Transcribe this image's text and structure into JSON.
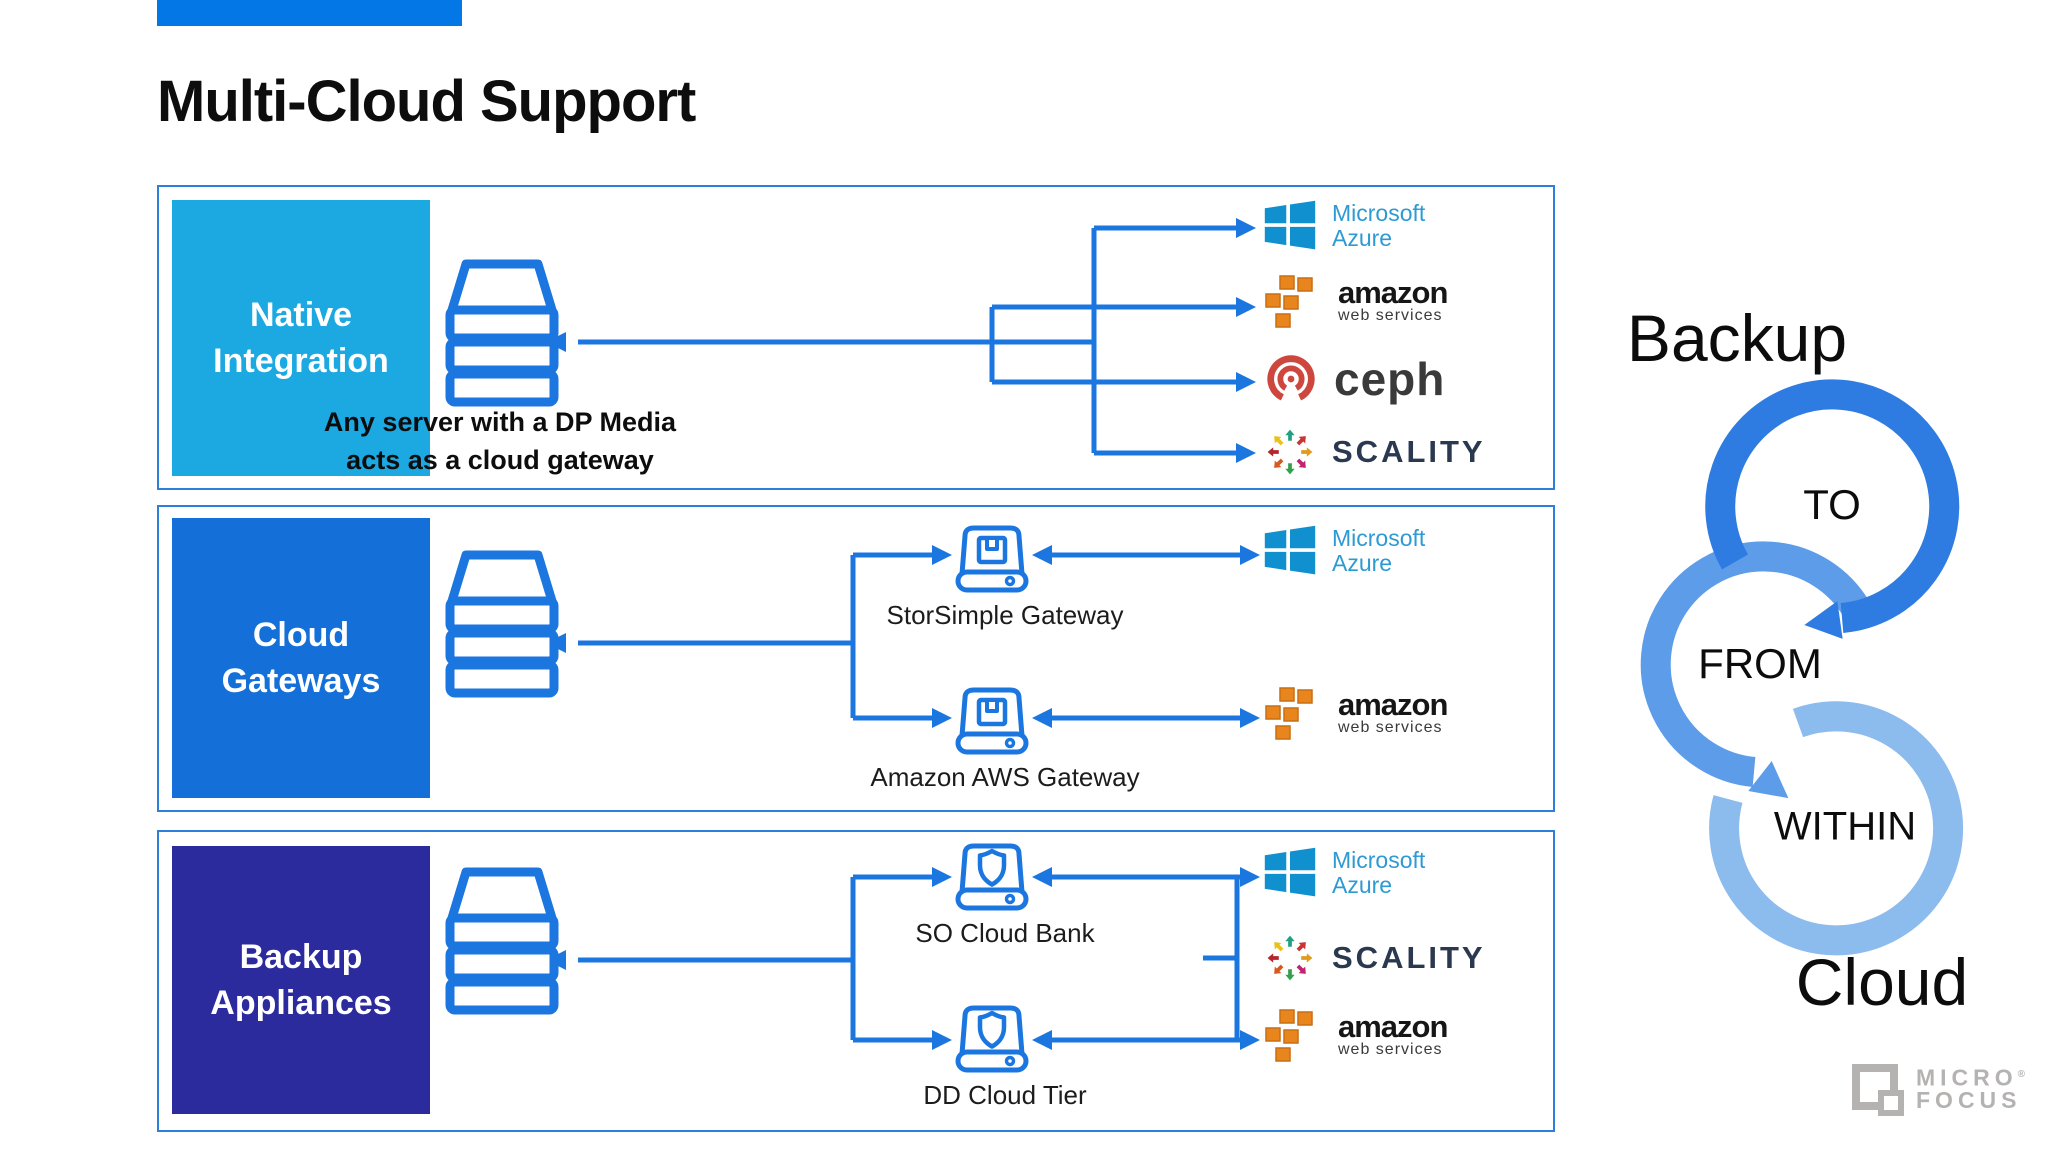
{
  "slide": {
    "title": "Multi-Cloud Support"
  },
  "rows": [
    {
      "label_line1": "Native",
      "label_line2": "Integration",
      "caption_line1": "Any server with a DP Media",
      "caption_line2": "acts as a cloud gateway",
      "label_bg": "#1CA9E2"
    },
    {
      "label_line1": "Cloud",
      "label_line2": "Gateways",
      "gateways": [
        {
          "label": "StorSimple Gateway"
        },
        {
          "label": "Amazon AWS Gateway"
        }
      ],
      "label_bg": "#1470D8"
    },
    {
      "label_line1": "Backup",
      "label_line2": "Appliances",
      "gateways": [
        {
          "label": "SO Cloud Bank"
        },
        {
          "label": "DD Cloud Tier"
        }
      ],
      "label_bg": "#2C2B9D"
    }
  ],
  "logos": {
    "azure": {
      "line1": "Microsoft",
      "line2": "Azure"
    },
    "aws": {
      "name": "amazon",
      "sub": "web services"
    },
    "ceph": {
      "name": "ceph"
    },
    "scality": {
      "name": "SCALITY"
    }
  },
  "cycle": {
    "top_word": "Backup",
    "rings": [
      {
        "label": "TO",
        "color": "#2E7CE2"
      },
      {
        "label": "FROM",
        "color": "#5D9CE9"
      },
      {
        "label": "WITHIN",
        "color": "#8CBBEE"
      }
    ],
    "bottom_word": "Cloud"
  },
  "footer": {
    "brand_line1": "MICRO",
    "brand_line2": "FOCUS",
    "registered": "®"
  },
  "colors": {
    "topbar": "#0277E5",
    "connector_blue": "#1B76E0",
    "row_border": "#2E7FD9",
    "azure_flag": "#1090CF",
    "azure_text": "#2E9AD3",
    "aws_orange": "#E8861D",
    "ceph_red": "#CE473E",
    "scality_text": "#2B3950",
    "brand_gray": "#B5B2B2"
  }
}
